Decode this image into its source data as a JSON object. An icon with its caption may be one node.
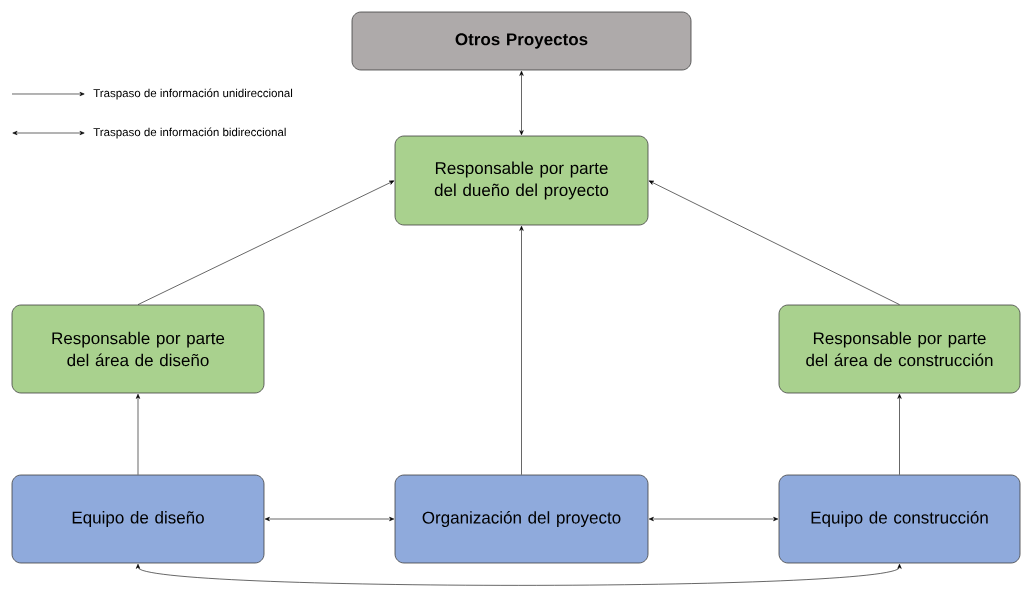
{
  "diagram": {
    "nodes": [
      {
        "text": [
          "Otros Proyectos"
        ]
      },
      {
        "text": [
          "Responsable por parte del dueño del proyecto"
        ]
      },
      {
        "text": [
          "Responsable por parte del área de diseño"
        ]
      },
      {
        "text": [
          "Responsable por parte del área de construcción"
        ]
      },
      {
        "text": [
          "Equipo de diseño"
        ]
      },
      {
        "text": [
          "Organización del proyecto"
        ]
      },
      {
        "text": [
          "Equipo de construcción"
        ]
      }
    ],
    "edges": [
      {
        "from": 1,
        "to": 0,
        "arrow": "both"
      },
      {
        "from": 2,
        "to": 1,
        "arrow": "to"
      },
      {
        "from": 3,
        "to": 1,
        "arrow": "to"
      },
      {
        "from": 5,
        "to": 1,
        "arrow": "to"
      },
      {
        "from": 4,
        "to": 2,
        "arrow": "to"
      },
      {
        "from": 6,
        "to": 3,
        "arrow": "to"
      },
      {
        "from": 4,
        "to": 5,
        "arrow": "both"
      },
      {
        "from": 5,
        "to": 6,
        "arrow": "both"
      },
      {
        "from": 4,
        "to": 6,
        "arrow": "both"
      }
    ],
    "legend": [
      {
        "text": "Traspaso de información unidireccional"
      },
      {
        "text": "Traspaso de información bidireccional"
      }
    ]
  }
}
